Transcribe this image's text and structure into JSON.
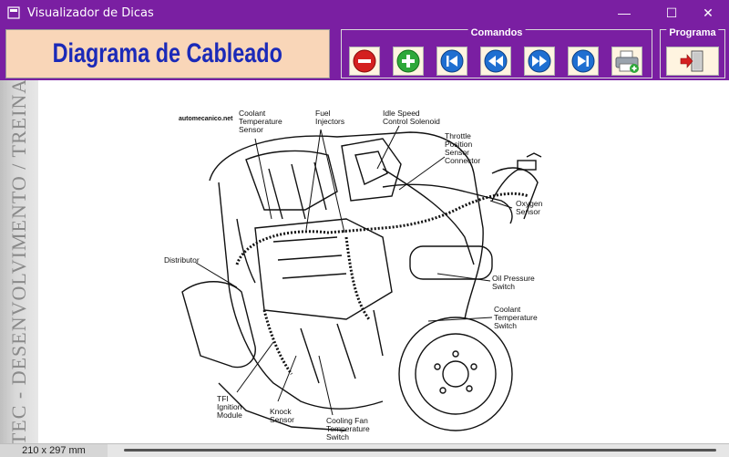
{
  "window": {
    "title": "Visualizador de Dicas",
    "minimize": "—",
    "maximize": "☐",
    "close": "✕"
  },
  "header": {
    "heading": "Diagrama de Cableado"
  },
  "groups": {
    "comandos": "Comandos",
    "programa": "Programa"
  },
  "buttons": [
    {
      "name": "remove-button",
      "icon": "minus-circle-icon"
    },
    {
      "name": "add-button",
      "icon": "plus-circle-icon"
    },
    {
      "name": "first-page-button",
      "icon": "skip-first-icon"
    },
    {
      "name": "previous-page-button",
      "icon": "rewind-icon"
    },
    {
      "name": "next-page-button",
      "icon": "fast-forward-icon"
    },
    {
      "name": "last-page-button",
      "icon": "skip-last-icon"
    },
    {
      "name": "print-button",
      "icon": "printer-icon"
    },
    {
      "name": "exit-program-button",
      "icon": "exit-door-icon"
    }
  ],
  "sidebar": {
    "text": "TEC - DESENVOLVIMENTO / TREINA"
  },
  "diagram": {
    "source": "automecanico.net",
    "labels": {
      "coolant_temp_sensor": [
        "Coolant",
        "Temperature",
        "Sensor"
      ],
      "fuel_injectors": [
        "Fuel",
        "Injectors"
      ],
      "idle_speed": [
        "Idle Speed",
        "Control Solenoid"
      ],
      "throttle": [
        "Throttle",
        "Position",
        "Sensor",
        "Connector"
      ],
      "oxygen": [
        "Oxygen",
        "Sensor"
      ],
      "distributor": [
        "Distributor"
      ],
      "oil_pressure": [
        "Oil Pressure",
        "Switch"
      ],
      "coolant_temp_switch": [
        "Coolant",
        "Temperature",
        "Switch"
      ],
      "tfi": [
        "TFI",
        "Ignition",
        "Module"
      ],
      "knock": [
        "Knock",
        "Sensor"
      ],
      "cooling_fan": [
        "Cooling Fan",
        "Temperature",
        "Switch"
      ]
    }
  },
  "status": {
    "page_size": "210 x 297 mm"
  },
  "colors": {
    "titlebar": "#7a1fa2",
    "heading_bg": "#f9d6b8",
    "heading_text": "#1b2ab8"
  }
}
